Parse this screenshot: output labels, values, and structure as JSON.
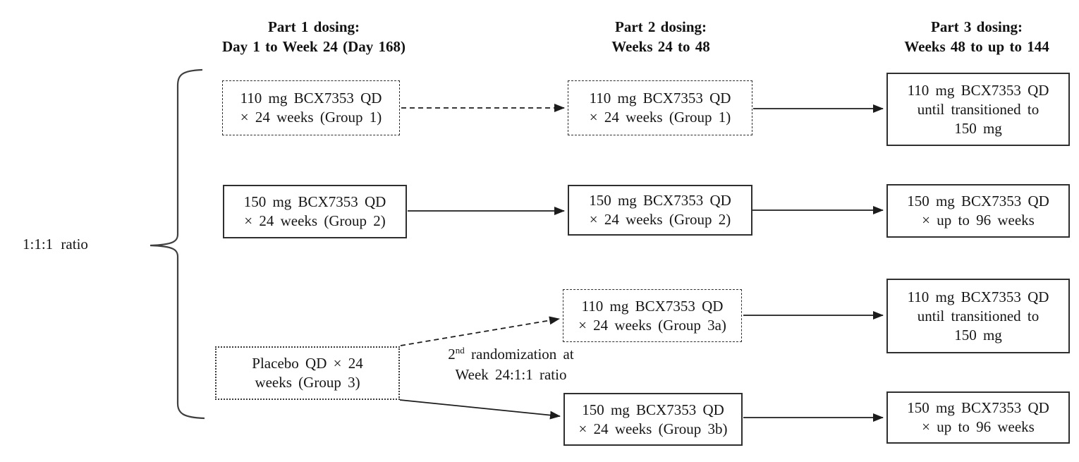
{
  "headers": {
    "part1": {
      "line1": "Part 1 dosing:",
      "line2": "Day 1 to Week 24 (Day 168)"
    },
    "part2": {
      "line1": "Part 2 dosing:",
      "line2": "Weeks 24 to 48"
    },
    "part3": {
      "line1": "Part 3 dosing:",
      "line2": "Weeks 48 to up to 144"
    }
  },
  "labels": {
    "ratio": "1:1:1 ratio",
    "second_randomization": {
      "base": "2",
      "sup": "nd",
      "line1_rest": " randomization at",
      "line2": "Week 24:1:1 ratio"
    }
  },
  "boxes": {
    "part1_group1": {
      "border": "dashed",
      "lines": [
        "110 mg BCX7353 QD",
        "× 24 weeks (Group 1)"
      ]
    },
    "part1_group2": {
      "border": "solid",
      "lines": [
        "150 mg BCX7353 QD",
        "× 24 weeks (Group 2)"
      ]
    },
    "part1_group3": {
      "border": "dotted",
      "lines": [
        "Placebo QD × 24",
        "weeks (Group 3)"
      ]
    },
    "part2_group1": {
      "border": "dashed",
      "lines": [
        "110 mg BCX7353 QD",
        "× 24 weeks (Group 1)"
      ]
    },
    "part2_group2": {
      "border": "solid",
      "lines": [
        "150 mg BCX7353 QD",
        "× 24 weeks (Group 2)"
      ]
    },
    "part2_group3a": {
      "border": "dashed",
      "lines": [
        "110 mg BCX7353 QD",
        "× 24 weeks (Group 3a)"
      ]
    },
    "part2_group3b": {
      "border": "solid",
      "lines": [
        "150 mg BCX7353 QD",
        "× 24 weeks (Group 3b)"
      ]
    },
    "part3_group1": {
      "border": "solid",
      "lines": [
        "110 mg BCX7353 QD",
        "until transitioned to",
        "150 mg"
      ]
    },
    "part3_group2": {
      "border": "solid",
      "lines": [
        "150 mg BCX7353 QD",
        "× up to 96 weeks"
      ]
    },
    "part3_group3a": {
      "border": "solid",
      "lines": [
        "110 mg BCX7353 QD",
        "until transitioned to",
        "150 mg"
      ]
    },
    "part3_group3b": {
      "border": "solid",
      "lines": [
        "150 mg BCX7353 QD",
        "× up to 96 weeks"
      ]
    }
  },
  "connections": [
    {
      "name": "arrow-group1-part1-to-part2",
      "from": "part1_group1",
      "to": "part2_group1",
      "style": "dashed"
    },
    {
      "name": "arrow-group1-part2-to-part3",
      "from": "part2_group1",
      "to": "part3_group1",
      "style": "solid"
    },
    {
      "name": "arrow-group2-part1-to-part2",
      "from": "part1_group2",
      "to": "part2_group2",
      "style": "solid"
    },
    {
      "name": "arrow-group2-part2-to-part3",
      "from": "part2_group2",
      "to": "part3_group2",
      "style": "solid"
    },
    {
      "name": "arrow-group3-to-group3a",
      "from": "part1_group3",
      "to": "part2_group3a",
      "style": "dashed"
    },
    {
      "name": "arrow-group3-to-group3b",
      "from": "part1_group3",
      "to": "part2_group3b",
      "style": "solid"
    },
    {
      "name": "arrow-group3a-part2-to-part3",
      "from": "part2_group3a",
      "to": "part3_group3a",
      "style": "solid"
    },
    {
      "name": "arrow-group3b-part2-to-part3",
      "from": "part2_group3b",
      "to": "part3_group3b",
      "style": "solid"
    }
  ],
  "colors": {
    "text": "#161616",
    "border": "#2f2f2f",
    "arrow": "#1c1c1c"
  }
}
